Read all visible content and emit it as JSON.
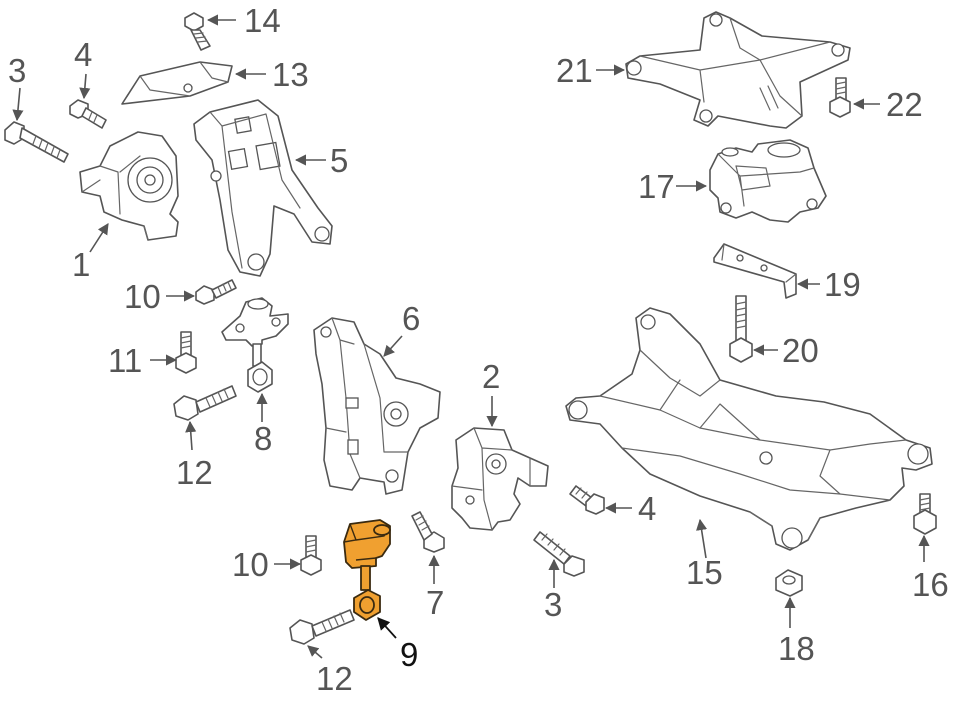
{
  "callouts": [
    {
      "id": "p1",
      "text": "1"
    },
    {
      "id": "p2",
      "text": "2"
    },
    {
      "id": "p3a",
      "text": "3"
    },
    {
      "id": "p3b",
      "text": "3"
    },
    {
      "id": "p4a",
      "text": "4"
    },
    {
      "id": "p4b",
      "text": "4"
    },
    {
      "id": "p5",
      "text": "5"
    },
    {
      "id": "p6",
      "text": "6"
    },
    {
      "id": "p7",
      "text": "7"
    },
    {
      "id": "p8",
      "text": "8"
    },
    {
      "id": "p9",
      "text": "9"
    },
    {
      "id": "p10a",
      "text": "10"
    },
    {
      "id": "p10b",
      "text": "10"
    },
    {
      "id": "p11",
      "text": "11"
    },
    {
      "id": "p12a",
      "text": "12"
    },
    {
      "id": "p12b",
      "text": "12"
    },
    {
      "id": "p13",
      "text": "13"
    },
    {
      "id": "p14",
      "text": "14"
    },
    {
      "id": "p15",
      "text": "15"
    },
    {
      "id": "p16",
      "text": "16"
    },
    {
      "id": "p17",
      "text": "17"
    },
    {
      "id": "p18",
      "text": "18"
    },
    {
      "id": "p19",
      "text": "19"
    },
    {
      "id": "p20",
      "text": "20"
    },
    {
      "id": "p21",
      "text": "21"
    },
    {
      "id": "p22",
      "text": "22"
    }
  ],
  "highlight": {
    "callout": "9",
    "color": "#f0a030"
  }
}
